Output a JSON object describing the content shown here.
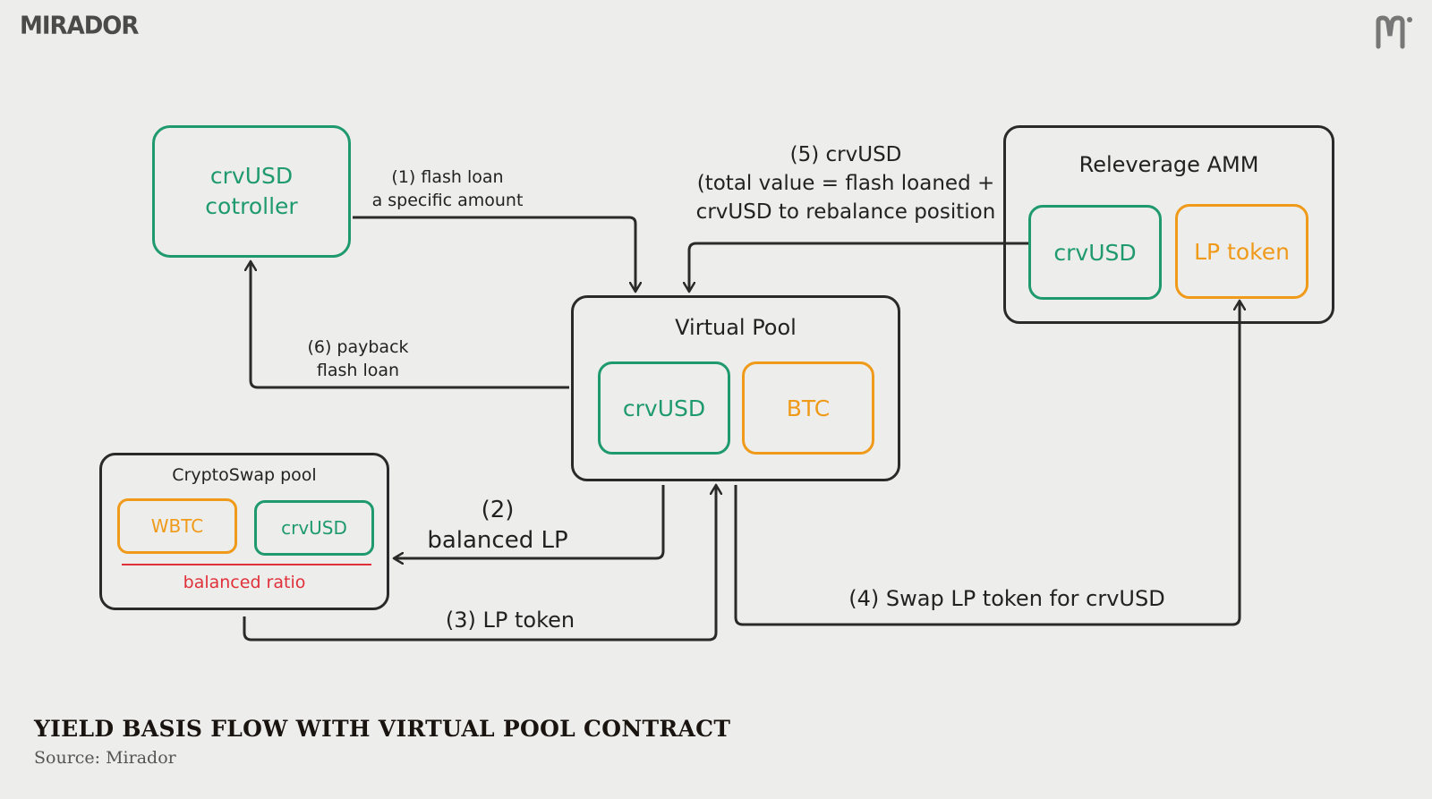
{
  "header": {
    "brand": "MIRADOR"
  },
  "nodes": {
    "controller": {
      "label_line1": "crvUSD",
      "label_line2": "cotroller"
    },
    "virtual_pool": {
      "title": "Virtual Pool",
      "left": "crvUSD",
      "right": "BTC"
    },
    "releverage_amm": {
      "title": "Releverage AMM",
      "left": "crvUSD",
      "right": "LP token"
    },
    "cryptoswap_pool": {
      "title": "CryptoSwap pool",
      "left": "WBTC",
      "right": "crvUSD",
      "note": "balanced ratio"
    }
  },
  "edges": {
    "step1_line1": "(1) flash loan",
    "step1_line2": "a specific amount",
    "step2_line1": "(2)",
    "step2_line2": "balanced LP",
    "step3": "(3) LP token",
    "step4": "(4) Swap LP token for crvUSD",
    "step5_line1": "(5) crvUSD",
    "step5_line2": "(total value = flash loaned +",
    "step5_line3": "crvUSD to rebalance position",
    "step6_line1": "(6) payback",
    "step6_line2": "flash loan"
  },
  "footer": {
    "title": "YIELD BASIS FLOW WITH VIRTUAL POOL CONTRACT",
    "source": "Source: Mirador"
  },
  "colors": {
    "green": "#1e9a6e",
    "orange": "#f09a1a",
    "red": "#e0303a",
    "stroke": "#2a2a2a"
  }
}
